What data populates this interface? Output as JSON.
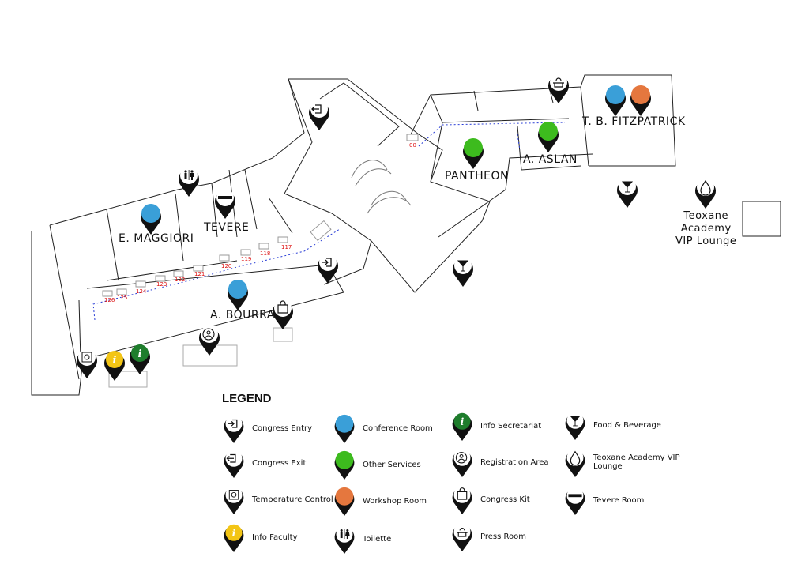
{
  "rooms": {
    "e_maggiori": "E. MAGGIORI",
    "tevere": "TEVERE",
    "pantheon": "PANTHEON",
    "a_aslan": "A. ASLAN",
    "tb_fitzpatrick": "T. B. FITZPATRICK",
    "a_bourra": "A. BOURRA",
    "teoxane": "Teoxane\nAcademy\nVIP Lounge"
  },
  "booths": [
    "00",
    "117",
    "118",
    "119",
    "120",
    "121",
    "122",
    "123",
    "124",
    "125",
    "126"
  ],
  "legend": {
    "title": "LEGEND",
    "items": [
      {
        "label": "Congress Entry",
        "icon": "entry-icon"
      },
      {
        "label": "Congress Exit",
        "icon": "exit-icon"
      },
      {
        "label": "Temperature Control",
        "icon": "temperature-icon"
      },
      {
        "label": "Info Faculty",
        "icon": "info-faculty-icon"
      },
      {
        "label": "Conference Room",
        "icon": "conference-room-icon"
      },
      {
        "label": "Other Services",
        "icon": "other-services-icon"
      },
      {
        "label": "Workshop Room",
        "icon": "workshop-room-icon"
      },
      {
        "label": "Toilette",
        "icon": "toilet-icon"
      },
      {
        "label": "Info Secretariat",
        "icon": "info-secretariat-icon"
      },
      {
        "label": "Registration Area",
        "icon": "registration-icon"
      },
      {
        "label": "Congress Kit",
        "icon": "bag-icon"
      },
      {
        "label": "Press Room",
        "icon": "press-icon"
      },
      {
        "label": "Food & Beverage",
        "icon": "cocktail-icon"
      },
      {
        "label": "Teoxane Academy VIP Lounge",
        "icon": "drop-icon"
      },
      {
        "label": "Tevere Room",
        "icon": "tevere-icon"
      }
    ]
  },
  "colors": {
    "conference": "#3a9fd8",
    "services": "#3dbb1e",
    "workshop": "#e5773e",
    "info_faculty": "#f3c515",
    "info_secretariat": "#1e7d2c",
    "marker": "#111111",
    "walls": "#222222",
    "path": "#2a3ed6"
  }
}
